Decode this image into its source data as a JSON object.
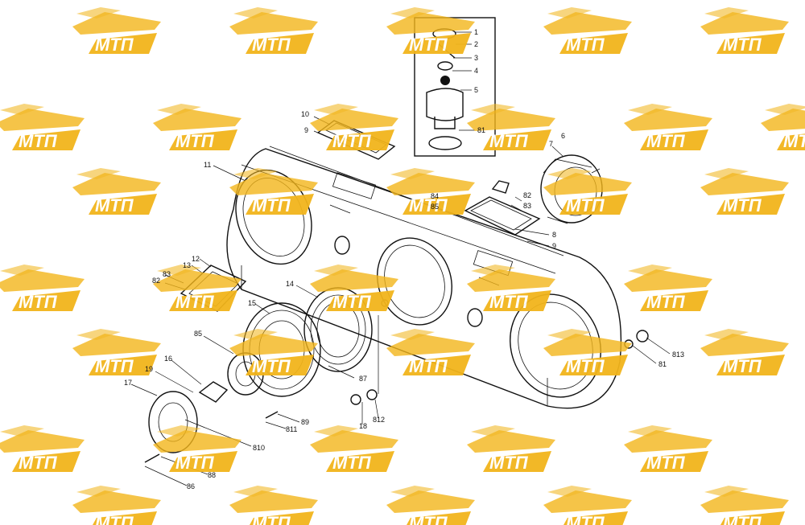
{
  "watermark": {
    "text": "МТП",
    "color": "#f2b51c"
  },
  "callouts": {
    "c1": "1",
    "c2": "2",
    "c3": "3",
    "c4": "4",
    "c5": "5",
    "c81a": "81",
    "c6": "6",
    "c7": "7",
    "c10": "10",
    "c9a": "9",
    "c11": "11",
    "c82a": "82",
    "c83a": "83",
    "c84": "84",
    "c85a": "85",
    "c8": "8",
    "c9b": "9",
    "c12": "12",
    "c13": "13",
    "c83b": "83",
    "c82b": "82",
    "c14": "14",
    "c15": "15",
    "c85b": "85",
    "c16": "16",
    "c19": "19",
    "c17": "17",
    "c87": "87",
    "c89": "89",
    "c811": "811",
    "c810": "810",
    "c88": "88",
    "c86": "86",
    "c18": "18",
    "c812": "812",
    "c813": "813",
    "c81b": "81"
  }
}
